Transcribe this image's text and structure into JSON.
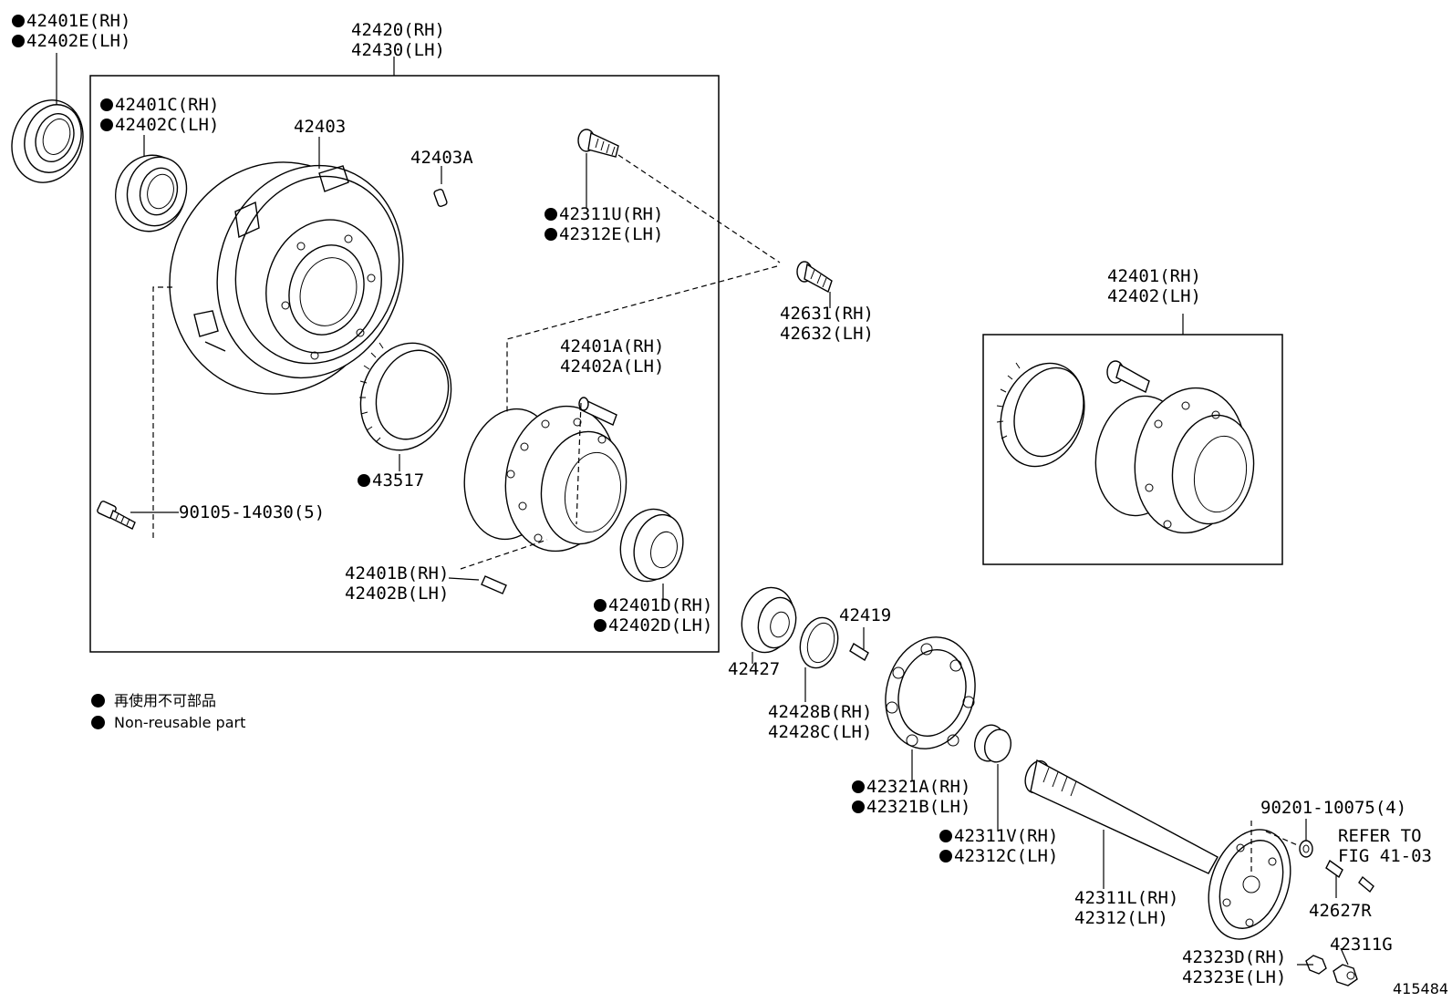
{
  "labels": [
    {
      "id": "l-42401e",
      "lines": [
        {
          "dot": true,
          "text": "42401E(RH)"
        },
        {
          "dot": true,
          "text": "42402E(LH)"
        }
      ]
    },
    {
      "id": "l-42420",
      "lines": [
        {
          "dot": false,
          "text": "42420(RH)"
        },
        {
          "dot": false,
          "text": "42430(LH)"
        }
      ]
    },
    {
      "id": "l-42401c",
      "lines": [
        {
          "dot": true,
          "text": "42401C(RH)"
        },
        {
          "dot": true,
          "text": "42402C(LH)"
        }
      ]
    },
    {
      "id": "l-42403",
      "lines": [
        {
          "dot": false,
          "text": "42403"
        }
      ]
    },
    {
      "id": "l-42403a",
      "lines": [
        {
          "dot": false,
          "text": "42403A"
        }
      ]
    },
    {
      "id": "l-42311u",
      "lines": [
        {
          "dot": true,
          "text": "42311U(RH)"
        },
        {
          "dot": true,
          "text": "42312E(LH)"
        }
      ]
    },
    {
      "id": "l-42631",
      "lines": [
        {
          "dot": false,
          "text": "42631(RH)"
        },
        {
          "dot": false,
          "text": "42632(LH)"
        }
      ]
    },
    {
      "id": "l-42401",
      "lines": [
        {
          "dot": false,
          "text": "42401(RH)"
        },
        {
          "dot": false,
          "text": "42402(LH)"
        }
      ]
    },
    {
      "id": "l-42401a",
      "lines": [
        {
          "dot": false,
          "text": "42401A(RH)"
        },
        {
          "dot": false,
          "text": "42402A(LH)"
        }
      ]
    },
    {
      "id": "l-43517",
      "lines": [
        {
          "dot": true,
          "text": "43517"
        }
      ]
    },
    {
      "id": "l-90105",
      "lines": [
        {
          "dot": false,
          "text": "90105-14030(5)"
        }
      ]
    },
    {
      "id": "l-42401b",
      "lines": [
        {
          "dot": false,
          "text": "42401B(RH)"
        },
        {
          "dot": false,
          "text": "42402B(LH)"
        }
      ]
    },
    {
      "id": "l-42401d",
      "lines": [
        {
          "dot": true,
          "text": "42401D(RH)"
        },
        {
          "dot": true,
          "text": "42402D(LH)"
        }
      ]
    },
    {
      "id": "l-42419",
      "lines": [
        {
          "dot": false,
          "text": "42419"
        }
      ]
    },
    {
      "id": "l-42427",
      "lines": [
        {
          "dot": false,
          "text": "42427"
        }
      ]
    },
    {
      "id": "l-42428b",
      "lines": [
        {
          "dot": false,
          "text": "42428B(RH)"
        },
        {
          "dot": false,
          "text": "42428C(LH)"
        }
      ]
    },
    {
      "id": "l-42321a",
      "lines": [
        {
          "dot": true,
          "text": "42321A(RH)"
        },
        {
          "dot": true,
          "text": "42321B(LH)"
        }
      ]
    },
    {
      "id": "l-42311v",
      "lines": [
        {
          "dot": true,
          "text": "42311V(RH)"
        },
        {
          "dot": true,
          "text": "42312C(LH)"
        }
      ]
    },
    {
      "id": "l-90201",
      "lines": [
        {
          "dot": false,
          "text": "90201-10075(4)"
        }
      ]
    },
    {
      "id": "l-refer",
      "lines": [
        {
          "dot": false,
          "text": "REFER TO"
        },
        {
          "dot": false,
          "text": "FIG 41-03"
        }
      ]
    },
    {
      "id": "l-42311l",
      "lines": [
        {
          "dot": false,
          "text": "42311L(RH)"
        },
        {
          "dot": false,
          "text": "42312(LH)"
        }
      ]
    },
    {
      "id": "l-42627r",
      "lines": [
        {
          "dot": false,
          "text": "42627R"
        }
      ]
    },
    {
      "id": "l-42311g",
      "lines": [
        {
          "dot": false,
          "text": "42311G"
        }
      ]
    },
    {
      "id": "l-42323d",
      "lines": [
        {
          "dot": false,
          "text": "42323D(RH)"
        },
        {
          "dot": false,
          "text": "42323E(LH)"
        }
      ]
    }
  ],
  "legend": {
    "line1": "再使用不可部品",
    "line2": "Non-reusable part"
  },
  "figure_number": "415484"
}
